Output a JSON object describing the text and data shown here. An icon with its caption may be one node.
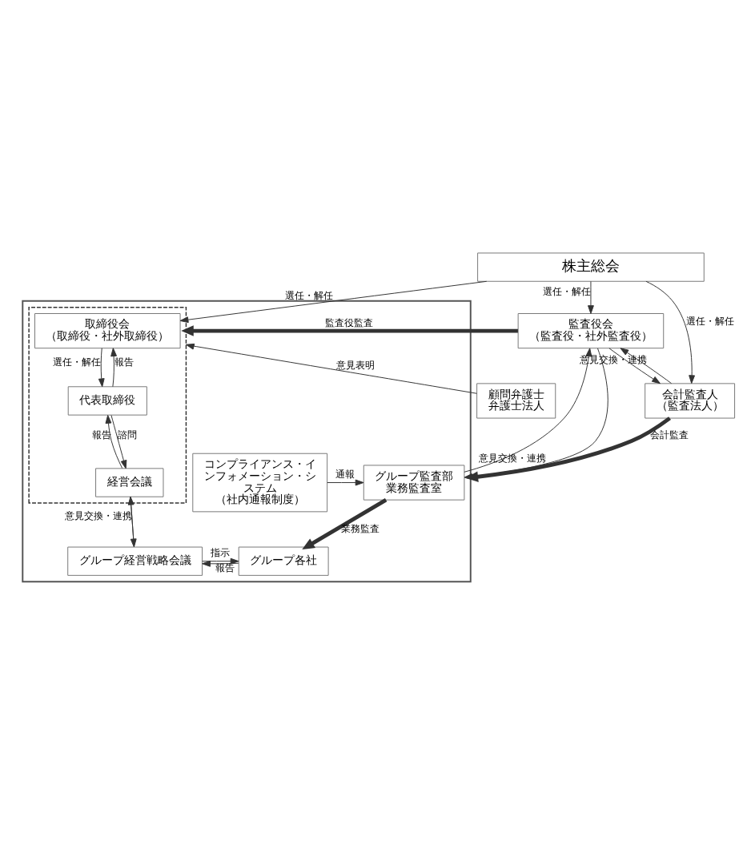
{
  "diagram": {
    "nodes": [
      {
        "text": [
          "株主総会"
        ]
      },
      {
        "text": [],
        "shape": "box"
      },
      {
        "text": [],
        "shape": "box",
        "in": 1
      },
      {
        "text": [
          "取締役会",
          "（取締役・社外取締役）"
        ],
        "in": 2
      },
      {
        "text": [
          "代表取締役"
        ],
        "in": 2
      },
      {
        "text": [
          "経営会議"
        ],
        "in": 2
      },
      {
        "text": [
          "グループ経営戦略会議"
        ],
        "in": 1
      },
      {
        "text": [
          "グループ各社"
        ],
        "in": 1
      },
      {
        "text": [
          "監査役会",
          "（監査役・社外監査役）"
        ]
      },
      {
        "text": [
          "会計監査人",
          "（監査法人）"
        ]
      },
      {
        "text": [
          "コンプライアンス・インフォメーション・システム",
          "（社内通報制度）"
        ],
        "in": 1
      },
      {
        "text": [
          "グループ監査部",
          "業務監査室"
        ],
        "in": 1
      },
      {
        "text": [
          "顧問弁護士",
          "弁護士法人"
        ]
      }
    ],
    "edges": [
      {
        "from": 0,
        "to": 3,
        "arrow": "to",
        "label": "選任・解任"
      },
      {
        "from": 0,
        "to": 8,
        "arrow": "to",
        "label": "選任・解任"
      },
      {
        "from": 0,
        "to": 9,
        "arrow": "to",
        "label": "選任・解任"
      },
      {
        "from": 8,
        "to": 2,
        "arrow": "to",
        "label": "監査役監査",
        "style": "thick"
      },
      {
        "from": 9,
        "to": 1,
        "arrow": "to",
        "label": "会計監査",
        "style": "thick"
      },
      {
        "from": 3,
        "to": 4,
        "arrow": "to",
        "label": "選任・解任"
      },
      {
        "from": 4,
        "to": 3,
        "arrow": "to",
        "label": "報告"
      },
      {
        "from": 5,
        "to": 4,
        "arrow": "to",
        "label": "報告"
      },
      {
        "from": 4,
        "to": 5,
        "arrow": "to",
        "label": "諮問"
      },
      {
        "from": 6,
        "to": 5,
        "arrow": "to",
        "label": "意見交換・連携"
      },
      {
        "from": 5,
        "to": 6,
        "arrow": "to"
      },
      {
        "from": 8,
        "to": 11,
        "arrow": "to",
        "label": "意見交換・連携"
      },
      {
        "from": 11,
        "to": 8,
        "arrow": "to"
      },
      {
        "from": 9,
        "to": 8,
        "arrow": "to",
        "label": "意見交換・連携"
      },
      {
        "from": 8,
        "to": 9,
        "arrow": "to"
      },
      {
        "from": 10,
        "to": 11,
        "arrow": "to",
        "label": "通報"
      },
      {
        "from": 11,
        "to": 7,
        "arrow": "to",
        "label": "業務監査",
        "style": "thick"
      },
      {
        "from": 6,
        "to": 7,
        "arrow": "to",
        "label": "指示"
      },
      {
        "from": 7,
        "to": 6,
        "arrow": "to",
        "label": "報告"
      },
      {
        "from": 12,
        "to": 2,
        "arrow": "to",
        "label": "意見表明"
      }
    ]
  }
}
